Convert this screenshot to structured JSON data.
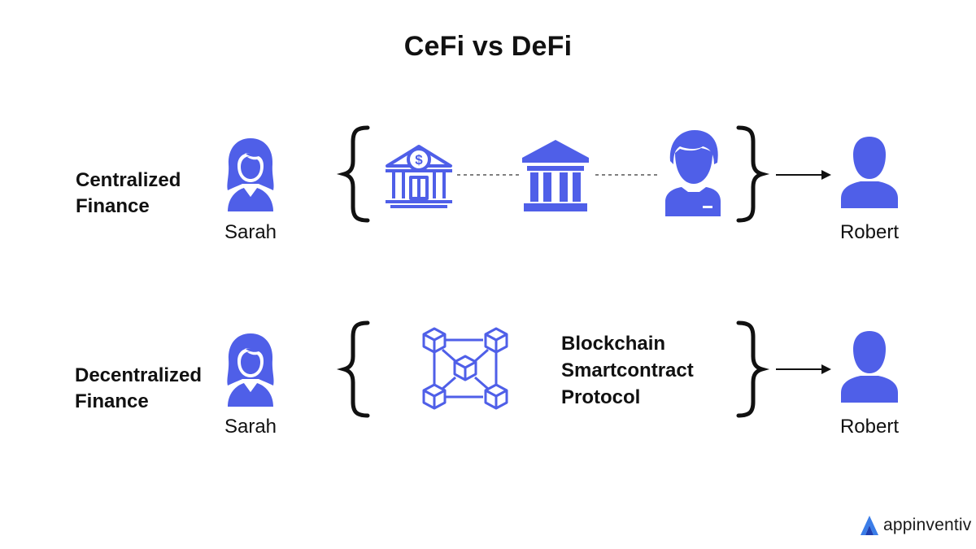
{
  "title": "CeFi vs DeFi",
  "colors": {
    "accent": "#4f5fe8",
    "ink": "#111111",
    "dash": "#555555"
  },
  "rows": [
    {
      "label_line1": "Centralized",
      "label_line2": "Finance",
      "sender": "Sarah",
      "receiver": "Robert",
      "intermediaries": [
        "bank-dollar-icon",
        "bank-building-icon",
        "bank-employee-icon"
      ]
    },
    {
      "label_line1": "Decentralized",
      "label_line2": "Finance",
      "sender": "Sarah",
      "receiver": "Robert",
      "stack": [
        "Blockchain",
        "Smartcontract",
        "Protocol"
      ]
    }
  ],
  "brand": {
    "name": "appinventiv"
  }
}
